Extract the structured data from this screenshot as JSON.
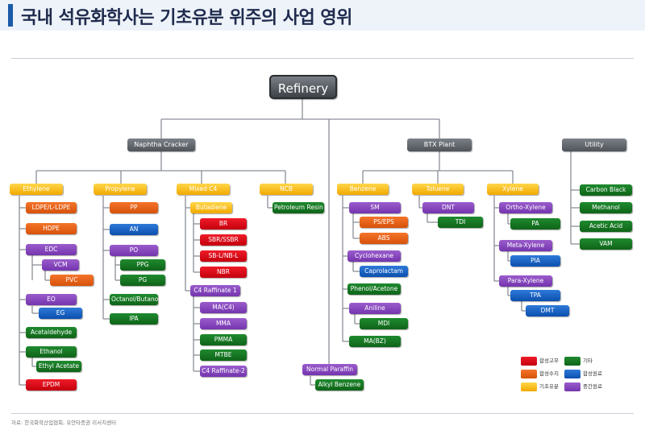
{
  "title": "국내 석유화학사는 기초유분 위주의 사업 영위",
  "root": "Refinery",
  "level1": {
    "naphtha": "Naphtha Cracker",
    "btx": "BTX Plant",
    "utility": "Utility"
  },
  "naphtha": {
    "ethylene": "Ethylene",
    "propylene": "Propylene",
    "mixed_c4": "Mixed C4",
    "ncb": "NCB",
    "ldpe": "LDPE/L-LDPE",
    "hdpe": "HDPE",
    "edc": "EDC",
    "vcm": "VCM",
    "pvc": "PVC",
    "eo": "EO",
    "eg": "EG",
    "acetaldehyde": "Acetaldehyde",
    "ethanol": "Ethanol",
    "ethyl_acetate": "Ethyl Acetate",
    "epdm": "EPDM",
    "pp": "PP",
    "an": "AN",
    "po": "PO",
    "ppg": "PPG",
    "pg": "PG",
    "octanol": "Octanol/Butanol",
    "ipa": "IPA",
    "butadiene": "Butadiene",
    "br": "BR",
    "sbr": "SBR/SSBR",
    "sbl": "SB-L/NB-L",
    "nbr": "NBR",
    "raffinate": "C4 Raffinate 1",
    "ma_c4": "MA(C4)",
    "mma": "MMA",
    "pmma": "PMMA",
    "mtbe": "MTBE",
    "raffinate2": "C4 Raffinate-2",
    "petroleum_resin": "Petroleum Resin"
  },
  "normal_paraffin": "Normal Paraffin",
  "alkyl_benzene": "Alkyl Benzene",
  "btx": {
    "benzene": "Benzene",
    "toluene": "Toluene",
    "xylene": "Xylene",
    "sm": "SM",
    "ps": "PS/EPS",
    "abs": "ABS",
    "cyclohexane": "Cyclohexane",
    "caprolactam": "Caprolactam",
    "phenol": "Phenol/Acetone",
    "aniline": "Aniline",
    "mdi": "MDI",
    "ma_bz": "MA(BZ)",
    "dnt": "DNT",
    "tdi": "TDI",
    "ortho": "Ortho-Xylene",
    "pa": "PA",
    "meta": "Meta-Xylene",
    "pia": "PIA",
    "para": "Para-Xylene",
    "tpa": "TPA",
    "dmt": "DMT"
  },
  "utility": {
    "carbon_black": "Carbon Black",
    "methanol": "Methanol",
    "acetic_acid": "Acetic Acid",
    "vam": "VAM"
  },
  "legend": {
    "synthetic_rubber": "합성고무",
    "etc": "기타",
    "synthetic_resin": "합성수지",
    "synthetic_raw": "합성원료",
    "basic_oil": "기초유분",
    "intermediate": "중간원료"
  },
  "colors": {
    "red": "#d90f1c",
    "orange": "#e5601a",
    "yellow": "#f5b51a",
    "green": "#157a25",
    "blue": "#1a62c2",
    "purple": "#8549bd",
    "gray": "#5a5f66"
  },
  "source": "자료: 한국화학산업협회, 유안타증권 리서치센터"
}
